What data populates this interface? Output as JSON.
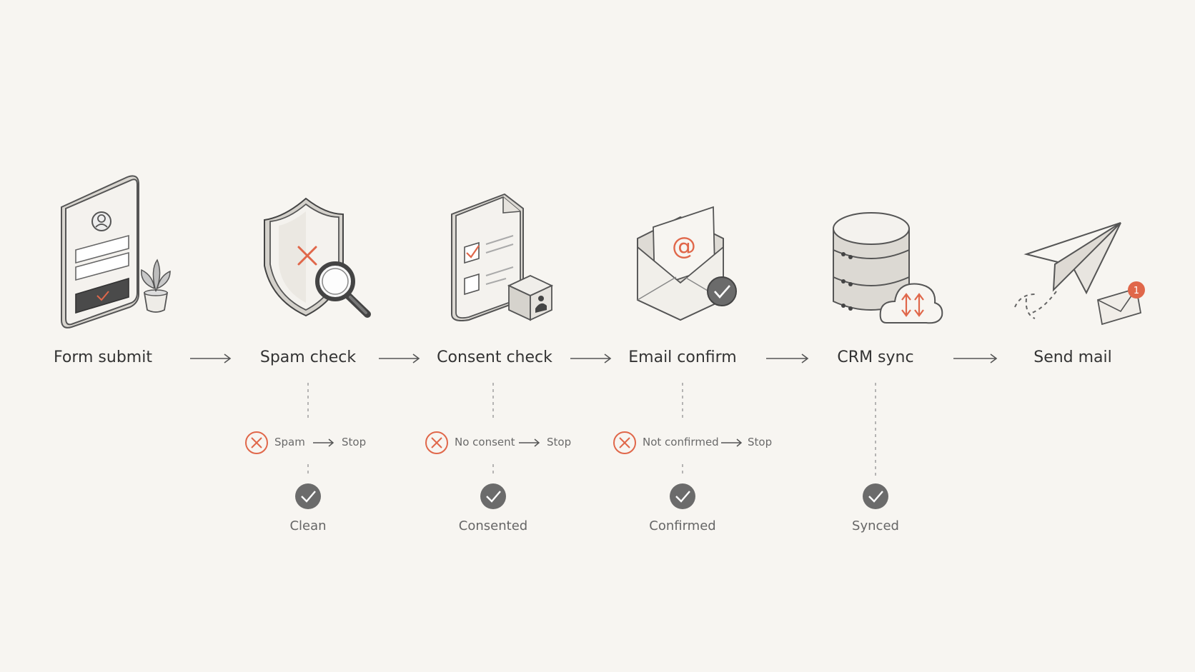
{
  "colors": {
    "background": "#f7f5f1",
    "line": "#555555",
    "accent_red": "#e0674a",
    "check_fill": "#6b6b6b",
    "icon_fill": "#f2f0ec"
  },
  "steps": [
    {
      "id": "form",
      "label": "Form submit",
      "icon": "form-phone-icon"
    },
    {
      "id": "spam",
      "label": "Spam check",
      "icon": "shield-magnifier-icon"
    },
    {
      "id": "consent",
      "label": "Consent check",
      "icon": "checklist-document-icon"
    },
    {
      "id": "email",
      "label": "Email confirm",
      "icon": "envelope-at-icon"
    },
    {
      "id": "crm",
      "label": "CRM sync",
      "icon": "database-cloud-icon"
    },
    {
      "id": "send",
      "label": "Send mail",
      "icon": "paper-plane-icon"
    }
  ],
  "branches": [
    {
      "step": "spam",
      "fail_label": "Spam",
      "stop_label": "Stop",
      "ok_label": "Clean"
    },
    {
      "step": "consent",
      "fail_label": "No consent",
      "stop_label": "Stop",
      "ok_label": "Consented"
    },
    {
      "step": "email",
      "fail_label": "Not confirmed",
      "stop_label": "Stop",
      "ok_label": "Confirmed"
    },
    {
      "step": "crm",
      "ok_label": "Synced"
    }
  ],
  "notification_count": "1"
}
